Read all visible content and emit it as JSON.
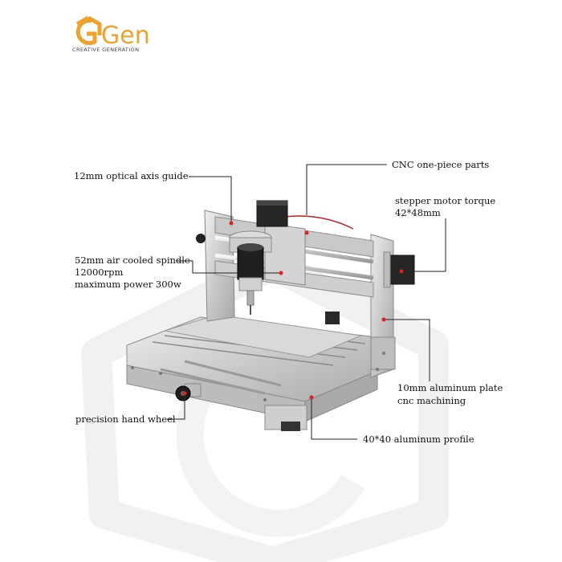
{
  "brand": {
    "name": "Gen",
    "tagline": "CREATIVE GENERATION",
    "accent_color": "#f0a22e"
  },
  "callouts": {
    "optical_axis": "12mm optical axis guide",
    "cnc_parts": "CNC one-piece parts",
    "stepper_line1": "stepper motor torque",
    "stepper_line2": "42*48mm",
    "spindle_line1": "52mm air cooled spindle",
    "spindle_line2": "12000rpm",
    "spindle_line3": "maximum power 300w",
    "plate_line1": "10mm aluminum plate",
    "plate_line2": "cnc machining",
    "hand_wheel": "precision hand wheel",
    "profile": "40*40 aluminum profile"
  },
  "colors": {
    "callout_dot": "#e02020",
    "callout_line": "#222222"
  }
}
